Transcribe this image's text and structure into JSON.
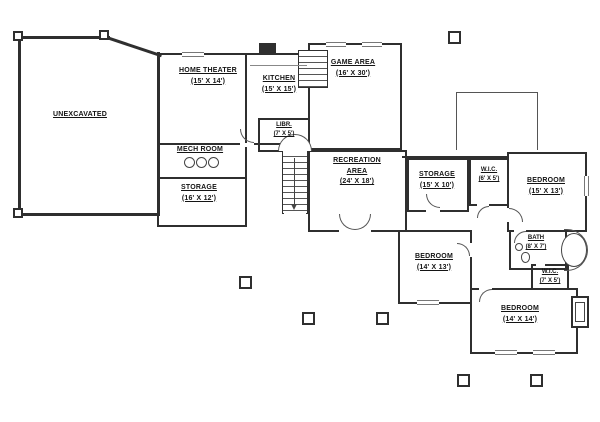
{
  "rooms": [
    {
      "name": "UNEXCAVATED",
      "dims": ""
    },
    {
      "name": "HOME THEATER",
      "dims": "(15' X 14')"
    },
    {
      "name": "KITCHEN",
      "dims": "(15' X 15')"
    },
    {
      "name": "GAME AREA",
      "dims": "(16' X 30')"
    },
    {
      "name": "MECH ROOM",
      "dims": ""
    },
    {
      "name": "STORAGE",
      "dims": "(16' X 12')"
    },
    {
      "name": "LIBR.",
      "dims": "(7' X 5')"
    },
    {
      "name": "RECREATION AREA",
      "dims": "(24' X 18')"
    },
    {
      "name": "STORAGE",
      "dims": "(15' X 10')"
    },
    {
      "name": "W.I.C.",
      "dims": "(6' X 5')"
    },
    {
      "name": "BEDROOM",
      "dims": "(15' X 13')"
    },
    {
      "name": "BATH",
      "dims": "(8' X 7')"
    },
    {
      "name": "W.I.C.",
      "dims": "(7' X 5')"
    },
    {
      "name": "BEDROOM",
      "dims": "(14' X 13')"
    },
    {
      "name": "BEDROOM",
      "dims": "(14' X 14')"
    }
  ],
  "colors": {
    "wall": "#2f2f2f",
    "detail_line": "#555555",
    "background": "#ffffff"
  }
}
